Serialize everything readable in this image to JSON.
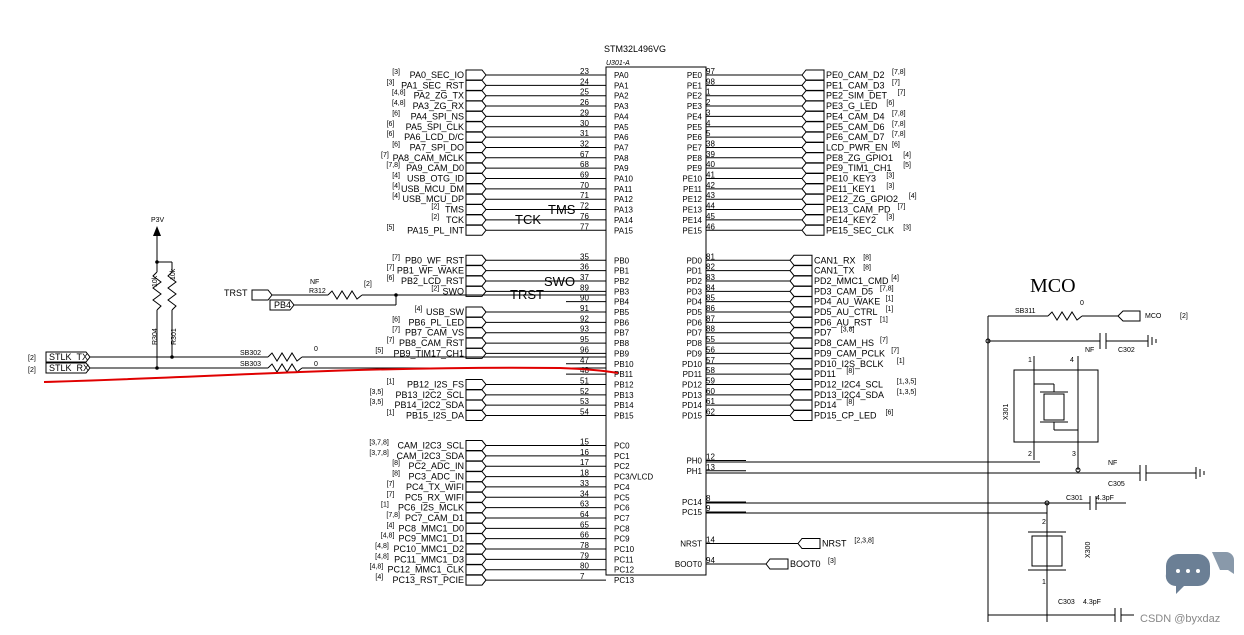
{
  "chip": {
    "part": "STM32L496VG",
    "ref": "U301-A",
    "left_pins": [
      {
        "name": "PA0",
        "num": "23"
      },
      {
        "name": "PA1",
        "num": "24"
      },
      {
        "name": "PA2",
        "num": "25"
      },
      {
        "name": "PA3",
        "num": "26"
      },
      {
        "name": "PA4",
        "num": "29"
      },
      {
        "name": "PA5",
        "num": "30"
      },
      {
        "name": "PA6",
        "num": "31"
      },
      {
        "name": "PA7",
        "num": "32"
      },
      {
        "name": "PA8",
        "num": "67"
      },
      {
        "name": "PA9",
        "num": "68"
      },
      {
        "name": "PA10",
        "num": "69"
      },
      {
        "name": "PA11",
        "num": "70"
      },
      {
        "name": "PA12",
        "num": "71"
      },
      {
        "name": "PA13",
        "num": "72"
      },
      {
        "name": "PA14",
        "num": "76"
      },
      {
        "name": "PA15",
        "num": "77"
      },
      {
        "name": "PB0",
        "num": "35"
      },
      {
        "name": "PB1",
        "num": "36"
      },
      {
        "name": "PB2",
        "num": "37"
      },
      {
        "name": "PB3",
        "num": "89"
      },
      {
        "name": "PB4",
        "num": "90"
      },
      {
        "name": "PB5",
        "num": "91"
      },
      {
        "name": "PB6",
        "num": "92"
      },
      {
        "name": "PB7",
        "num": "93"
      },
      {
        "name": "PB8",
        "num": "95"
      },
      {
        "name": "PB9",
        "num": "96"
      },
      {
        "name": "PB10",
        "num": "47"
      },
      {
        "name": "PB11",
        "num": "48"
      },
      {
        "name": "PB12",
        "num": "51"
      },
      {
        "name": "PB13",
        "num": "52"
      },
      {
        "name": "PB14",
        "num": "53"
      },
      {
        "name": "PB15",
        "num": "54"
      },
      {
        "name": "PC0",
        "num": "15"
      },
      {
        "name": "PC1",
        "num": "16"
      },
      {
        "name": "PC2",
        "num": "17"
      },
      {
        "name": "PC3/VLCD",
        "num": "18"
      },
      {
        "name": "PC4",
        "num": "33"
      },
      {
        "name": "PC5",
        "num": "34"
      },
      {
        "name": "PC6",
        "num": "63"
      },
      {
        "name": "PC7",
        "num": "64"
      },
      {
        "name": "PC8",
        "num": "65"
      },
      {
        "name": "PC9",
        "num": "66"
      },
      {
        "name": "PC10",
        "num": "78"
      },
      {
        "name": "PC11",
        "num": "79"
      },
      {
        "name": "PC12",
        "num": "80"
      },
      {
        "name": "PC13",
        "num": "7"
      }
    ],
    "right_pins": [
      {
        "name": "PE0",
        "num": "97"
      },
      {
        "name": "PE1",
        "num": "98"
      },
      {
        "name": "PE2",
        "num": "1"
      },
      {
        "name": "PE3",
        "num": "2"
      },
      {
        "name": "PE4",
        "num": "3"
      },
      {
        "name": "PE5",
        "num": "4"
      },
      {
        "name": "PE6",
        "num": "5"
      },
      {
        "name": "PE7",
        "num": "38"
      },
      {
        "name": "PE8",
        "num": "39"
      },
      {
        "name": "PE9",
        "num": "40"
      },
      {
        "name": "PE10",
        "num": "41"
      },
      {
        "name": "PE11",
        "num": "42"
      },
      {
        "name": "PE12",
        "num": "43"
      },
      {
        "name": "PE13",
        "num": "44"
      },
      {
        "name": "PE14",
        "num": "45"
      },
      {
        "name": "PE15",
        "num": "46"
      },
      {
        "name": "PD0",
        "num": "81"
      },
      {
        "name": "PD1",
        "num": "82"
      },
      {
        "name": "PD2",
        "num": "83"
      },
      {
        "name": "PD3",
        "num": "84"
      },
      {
        "name": "PD4",
        "num": "85"
      },
      {
        "name": "PD5",
        "num": "86"
      },
      {
        "name": "PD6",
        "num": "87"
      },
      {
        "name": "PD7",
        "num": "88"
      },
      {
        "name": "PD8",
        "num": "55"
      },
      {
        "name": "PD9",
        "num": "56"
      },
      {
        "name": "PD10",
        "num": "57"
      },
      {
        "name": "PD11",
        "num": "58"
      },
      {
        "name": "PD12",
        "num": "59"
      },
      {
        "name": "PD13",
        "num": "60"
      },
      {
        "name": "PD14",
        "num": "61"
      },
      {
        "name": "PD15",
        "num": "62"
      },
      {
        "name": "PH0",
        "num": "12"
      },
      {
        "name": "PH1",
        "num": "13"
      },
      {
        "name": "PC14",
        "num": "8"
      },
      {
        "name": "PC15",
        "num": "9"
      },
      {
        "name": "NRST",
        "num": "14"
      },
      {
        "name": "BOOT0",
        "num": "94"
      }
    ]
  },
  "left_nets": [
    {
      "pin": "PA0",
      "net": "PA0_SEC_IO",
      "sheet": "[3]"
    },
    {
      "pin": "PA1",
      "net": "PA1_SEC_RST",
      "sheet": "[3]"
    },
    {
      "pin": "PA2",
      "net": "PA2_ZG_TX",
      "sheet": "[4,8]"
    },
    {
      "pin": "PA3",
      "net": "PA3_ZG_RX",
      "sheet": "[4,8]"
    },
    {
      "pin": "PA4",
      "net": "PA4_SPI_NS",
      "sheet": "[6]"
    },
    {
      "pin": "PA5",
      "net": "PA5_SPI_CLK",
      "sheet": "[6]"
    },
    {
      "pin": "PA6",
      "net": "PA6_LCD_D/C",
      "sheet": "[6]"
    },
    {
      "pin": "PA7",
      "net": "PA7_SPI_DO",
      "sheet": "[6]"
    },
    {
      "pin": "PA8",
      "net": "PA8_CAM_MCLK",
      "sheet": "[7]"
    },
    {
      "pin": "PA9",
      "net": "PA9_CAM_D0",
      "sheet": "[7,8]"
    },
    {
      "pin": "PA10",
      "net": "USB_OTG_ID",
      "sheet": "[4]"
    },
    {
      "pin": "PA11",
      "net": "USB_MCU_DM",
      "sheet": "[4]"
    },
    {
      "pin": "PA12",
      "net": "USB_MCU_DP",
      "sheet": "[4]"
    },
    {
      "pin": "PA13",
      "net": "TMS",
      "sheet": "[2]"
    },
    {
      "pin": "PA14",
      "net": "TCK",
      "sheet": "[2]"
    },
    {
      "pin": "PA15",
      "net": "PA15_PL_INT",
      "sheet": "[5]"
    },
    {
      "pin": "PB0",
      "net": "PB0_WF_RST",
      "sheet": "[7]"
    },
    {
      "pin": "PB1",
      "net": "PB1_WF_WAKE",
      "sheet": "[7]"
    },
    {
      "pin": "PB2",
      "net": "PB2_LCD_RST",
      "sheet": "[6]"
    },
    {
      "pin": "PB3",
      "net": "SWO",
      "sheet": "[2]"
    },
    {
      "pin": "PB5",
      "net": "USB_SW",
      "sheet": "[4]"
    },
    {
      "pin": "PB6",
      "net": "PB6_PL_LED",
      "sheet": "[6]"
    },
    {
      "pin": "PB7",
      "net": "PB7_CAM_VS",
      "sheet": "[7]"
    },
    {
      "pin": "PB8",
      "net": "PB8_CAM_RST",
      "sheet": "[7]"
    },
    {
      "pin": "PB9",
      "net": "PB9_TIM17_CH1",
      "sheet": "[5]"
    },
    {
      "pin": "PB12",
      "net": "PB12_I2S_FS",
      "sheet": "[1]"
    },
    {
      "pin": "PB13",
      "net": "PB13_I2C2_SCL",
      "sheet": "[3,5]"
    },
    {
      "pin": "PB14",
      "net": "PB14_I2C2_SDA",
      "sheet": "[3,5]"
    },
    {
      "pin": "PB15",
      "net": "PB15_I2S_DA",
      "sheet": "[1]"
    },
    {
      "pin": "PC0",
      "net": "CAM_I2C3_SCL",
      "sheet": "[3,7,8]"
    },
    {
      "pin": "PC1",
      "net": "CAM_I2C3_SDA",
      "sheet": "[3,7,8]"
    },
    {
      "pin": "PC2",
      "net": "PC2_ADC_IN",
      "sheet": "[8]"
    },
    {
      "pin": "PC3/VLCD",
      "net": "PC3_ADC_IN",
      "sheet": "[8]"
    },
    {
      "pin": "PC4",
      "net": "PC4_TX_WIFI",
      "sheet": "[7]"
    },
    {
      "pin": "PC5",
      "net": "PC5_RX_WIFI",
      "sheet": "[7]"
    },
    {
      "pin": "PC6",
      "net": "PC6_I2S_MCLK",
      "sheet": "[1]"
    },
    {
      "pin": "PC7",
      "net": "PC7_CAM_D1",
      "sheet": "[7,8]"
    },
    {
      "pin": "PC8",
      "net": "PC8_MMC1_D0",
      "sheet": "[4]"
    },
    {
      "pin": "PC9",
      "net": "PC9_MMC1_D1",
      "sheet": "[4,8]"
    },
    {
      "pin": "PC10",
      "net": "PC10_MMC1_D2",
      "sheet": "[4,8]"
    },
    {
      "pin": "PC11",
      "net": "PC11_MMC1_D3",
      "sheet": "[4,8]"
    },
    {
      "pin": "PC12",
      "net": "PC12_MMC1_CLK",
      "sheet": "[4,8]"
    },
    {
      "pin": "PC13",
      "net": "PC13_RST_PCIE",
      "sheet": "[4]"
    }
  ],
  "right_nets": [
    {
      "pin": "PE0",
      "net": "PE0_CAM_D2",
      "sheet": "[7,8]"
    },
    {
      "pin": "PE1",
      "net": "PE1_CAM_D3",
      "sheet": "[7]"
    },
    {
      "pin": "PE2",
      "net": "PE2_SIM_DET",
      "sheet": "[7]"
    },
    {
      "pin": "PE3",
      "net": "PE3_G_LED",
      "sheet": "[6]"
    },
    {
      "pin": "PE4",
      "net": "PE4_CAM_D4",
      "sheet": "[7,8]"
    },
    {
      "pin": "PE5",
      "net": "PE5_CAM_D6",
      "sheet": "[7,8]"
    },
    {
      "pin": "PE6",
      "net": "PE6_CAM_D7",
      "sheet": "[7,8]"
    },
    {
      "pin": "PE7",
      "net": "LCD_PWR_EN",
      "sheet": "[6]"
    },
    {
      "pin": "PE8",
      "net": "PE8_ZG_GPIO1",
      "sheet": "[4]"
    },
    {
      "pin": "PE9",
      "net": "PE9_TIM1_CH1",
      "sheet": "[5]"
    },
    {
      "pin": "PE10",
      "net": "PE10_KEY3",
      "sheet": "[3]"
    },
    {
      "pin": "PE11",
      "net": "PE11_KEY1",
      "sheet": "[3]"
    },
    {
      "pin": "PE12",
      "net": "PE12_ZG_GPIO2",
      "sheet": "[4]"
    },
    {
      "pin": "PE13",
      "net": "PE13_CAM_PD",
      "sheet": "[7]"
    },
    {
      "pin": "PE14",
      "net": "PE14_KEY2",
      "sheet": "[3]"
    },
    {
      "pin": "PE15",
      "net": "PE15_SEC_CLK",
      "sheet": "[3]"
    },
    {
      "pin": "PD0",
      "net": "CAN1_RX",
      "sheet": "[8]"
    },
    {
      "pin": "PD1",
      "net": "CAN1_TX",
      "sheet": "[8]"
    },
    {
      "pin": "PD2",
      "net": "PD2_MMC1_CMD",
      "sheet": "[4]"
    },
    {
      "pin": "PD3",
      "net": "PD3_CAM_D5",
      "sheet": "[7,8]"
    },
    {
      "pin": "PD4",
      "net": "PD4_AU_WAKE",
      "sheet": "[1]"
    },
    {
      "pin": "PD5",
      "net": "PD5_AU_CTRL",
      "sheet": "[1]"
    },
    {
      "pin": "PD6",
      "net": "PD6_AU_RST",
      "sheet": "[1]"
    },
    {
      "pin": "PD7",
      "net": "PD7",
      "sheet": "[3,8]"
    },
    {
      "pin": "PD8",
      "net": "PD8_CAM_HS",
      "sheet": "[7]"
    },
    {
      "pin": "PD9",
      "net": "PD9_CAM_PCLK",
      "sheet": "[7]"
    },
    {
      "pin": "PD10",
      "net": "PD10_I2S_BCLK",
      "sheet": "[1]"
    },
    {
      "pin": "PD11",
      "net": "PD11",
      "sheet": "[8]"
    },
    {
      "pin": "PD12",
      "net": "PD12_I2C4_SCL",
      "sheet": "[1,3,5]"
    },
    {
      "pin": "PD13",
      "net": "PD13_I2C4_SDA",
      "sheet": "[1,3,5]"
    },
    {
      "pin": "PD14",
      "net": "PD14",
      "sheet": "[8]"
    },
    {
      "pin": "PD15",
      "net": "PD15_CP_LED",
      "sheet": "[6]"
    },
    {
      "pin": "NRST",
      "net": "NRST",
      "sheet": "[2,3,8]"
    },
    {
      "pin": "BOOT0",
      "net": "BOOT0",
      "sheet": "[3]"
    }
  ],
  "annotations": {
    "tms": "TMS",
    "tck": "TCK",
    "swo": "SWO",
    "trst_big": "TRST",
    "mco": "MCO"
  },
  "debug": {
    "p3v": "P3V",
    "r304": "R304",
    "r304_val": "10k",
    "r301": "R301",
    "r301_val": "10k",
    "stlk_tx": "STLK_TX",
    "stlk_rx": "STLK_RX",
    "stlk_tx_sheet": "[2]",
    "stlk_rx_sheet": "[2]",
    "sb302": "SB302",
    "sb302_val": "0",
    "sb303": "SB303",
    "sb303_val": "0",
    "trst": "TRST",
    "pb4": "PB4",
    "r312": "R312",
    "r312_val": "NF",
    "trst_sheet": "[2]"
  },
  "clock": {
    "sb311": "SB311",
    "sb311_val": "0",
    "mco_net": "MCO",
    "mco_sheet": "[2]",
    "c302": "C302",
    "c302_val": "NF",
    "x301": "X301",
    "x301_pin1": "1",
    "x301_pin2": "2",
    "x301_pin3": "3",
    "x301_pin4": "4",
    "c305": "C305",
    "c305_val": "NF",
    "c301": "C301",
    "c301_val": "4.3pF",
    "c303": "C303",
    "c303_val": "4.3pF",
    "x300": "X300",
    "x300_pin1": "1",
    "x300_pin2": "2"
  },
  "watermark": "CSDN @byxdaz",
  "colors": {
    "wire": "#000000",
    "annotation": "#e00000",
    "watermark_icon": "#6b7f95"
  }
}
